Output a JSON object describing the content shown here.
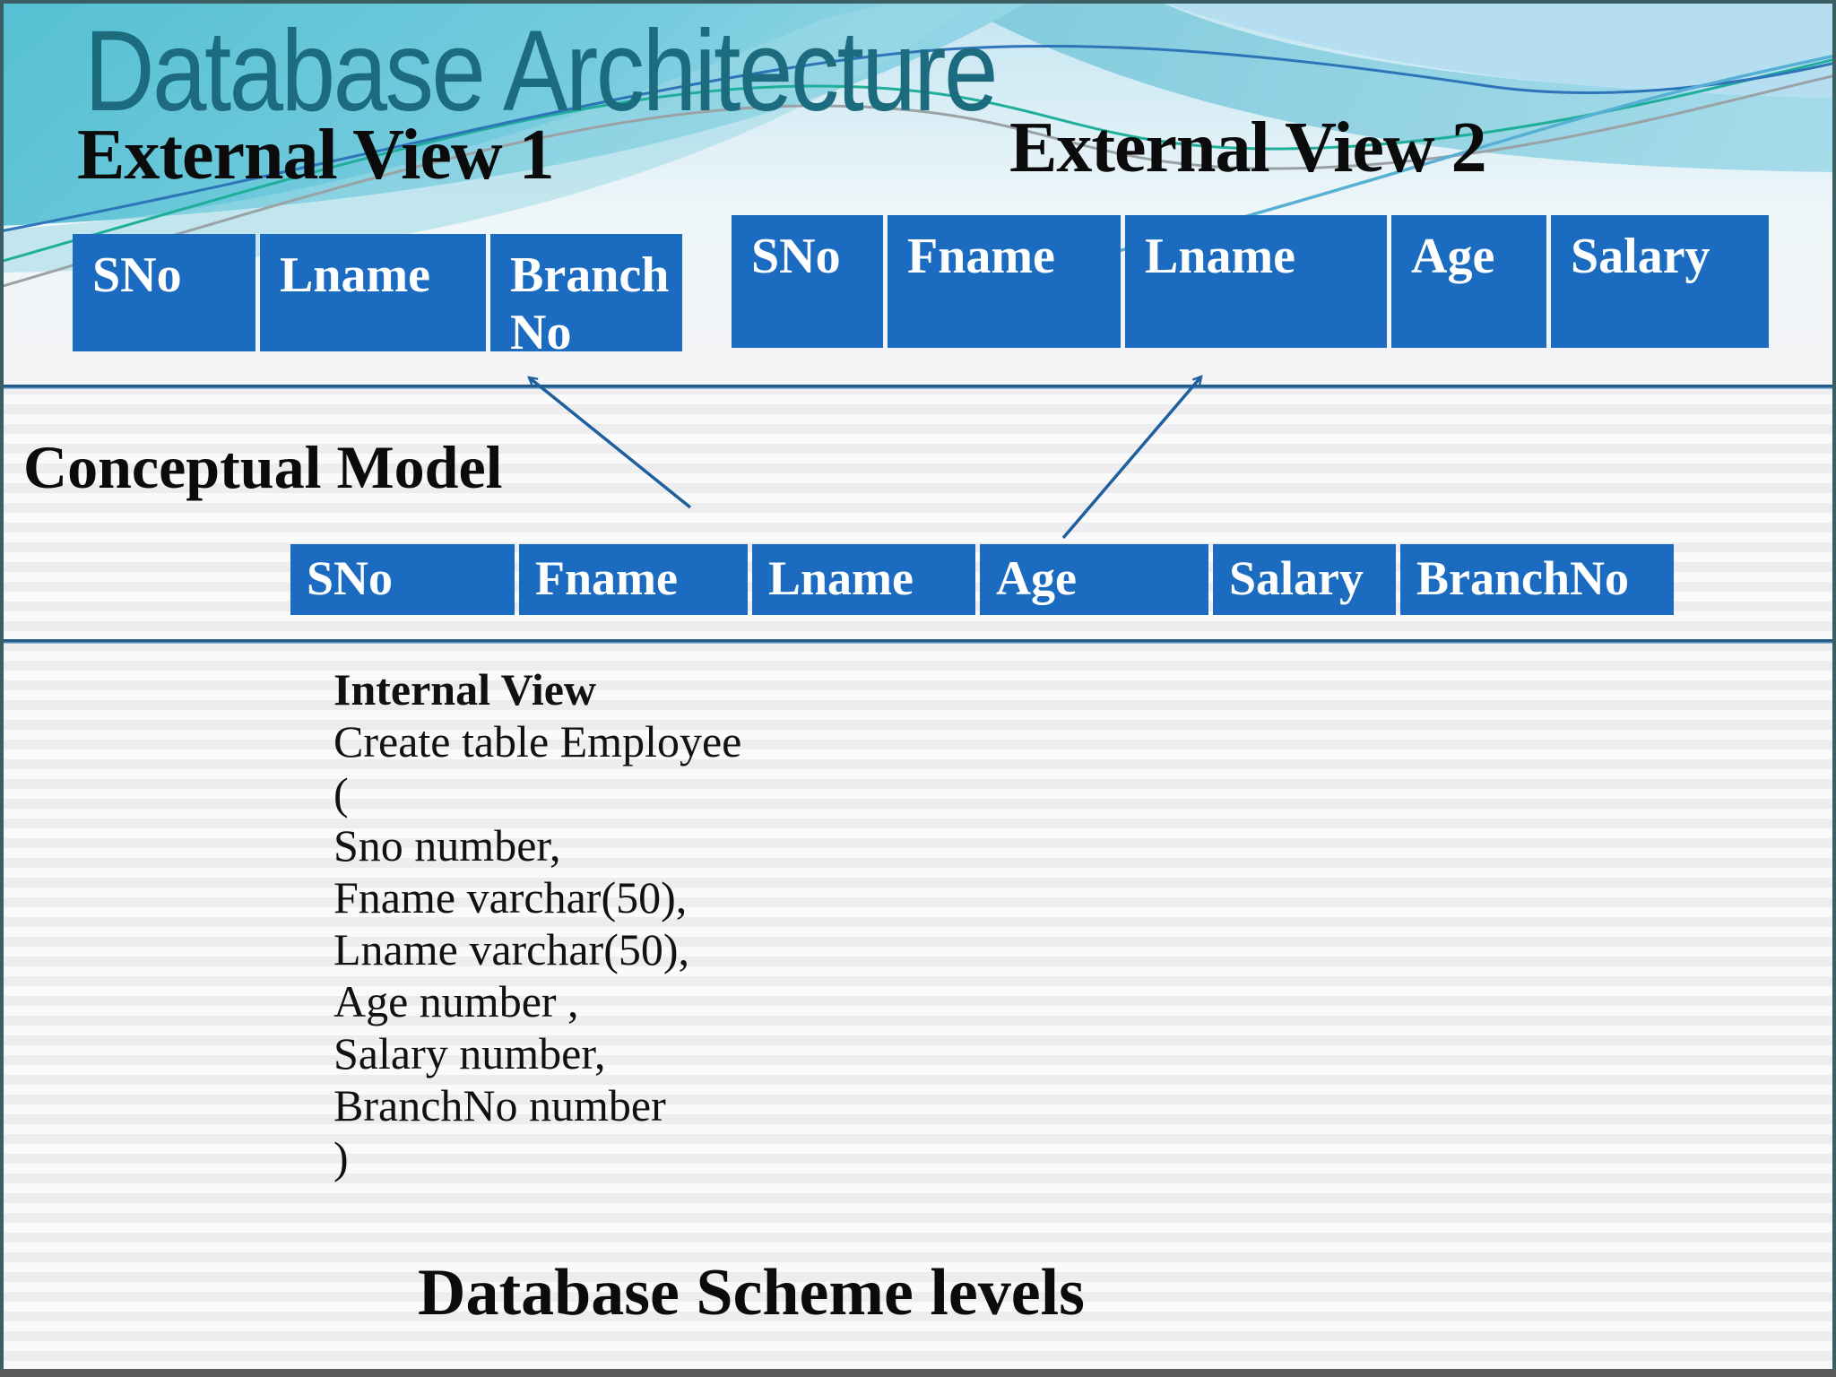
{
  "slide": {
    "title": "Database Architecture",
    "footer_heading": "Database Scheme levels"
  },
  "external_view_1": {
    "heading": "External View 1",
    "columns": [
      "SNo",
      "Lname",
      "Branch No"
    ]
  },
  "external_view_2": {
    "heading": "External View 2",
    "columns": [
      "SNo",
      "Fname",
      "Lname",
      "Age",
      "Salary"
    ]
  },
  "conceptual_model": {
    "heading": "Conceptual Model",
    "columns": [
      "SNo",
      "Fname",
      "Lname",
      "Age",
      "Salary",
      "BranchNo"
    ]
  },
  "internal_view": {
    "heading": "Internal View",
    "sql_lines": [
      "Create table Employee",
      "(",
      "Sno number,",
      "Fname varchar(50),",
      "Lname varchar(50),",
      "Age number ,",
      "Salary number,",
      "BranchNo number",
      ")"
    ]
  },
  "colors": {
    "table_blue": "#1b6cc0",
    "title_teal": "#1d6b7e",
    "divider_blue": "#215c8c",
    "arrow_blue": "#1e5f9e",
    "wave_teal": "#5fc2d5",
    "wave_light_blue": "#b5dff1"
  }
}
